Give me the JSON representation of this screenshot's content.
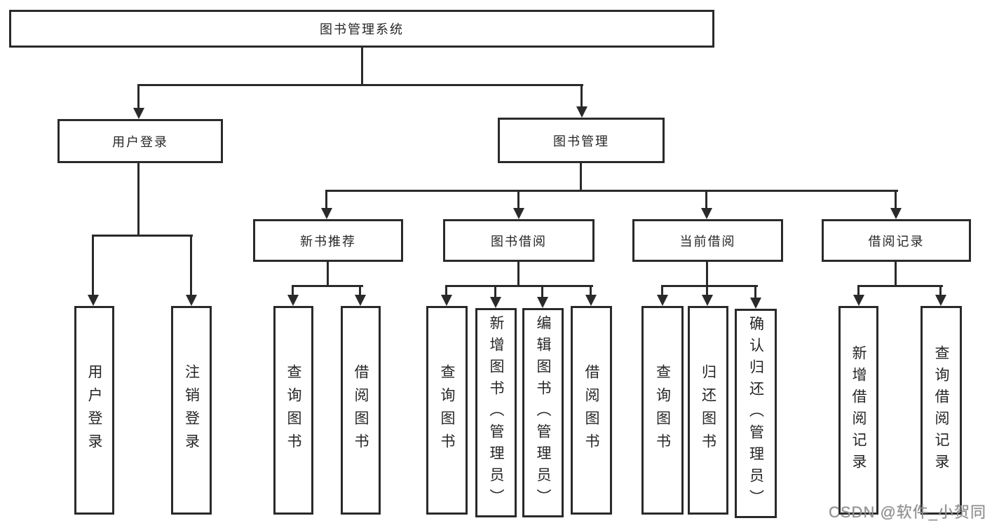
{
  "tree": {
    "root": "图书管理系统",
    "branches": [
      {
        "label": "用户登录",
        "children": [
          "用户登录",
          "注销登录"
        ]
      },
      {
        "label": "图书管理",
        "groups": [
          {
            "label": "新书推荐",
            "children": [
              "查询图书",
              "借阅图书"
            ]
          },
          {
            "label": "图书借阅",
            "children": [
              "查询图书",
              "新增图书（管理员）",
              "编辑图书（管理员）",
              "借阅图书"
            ]
          },
          {
            "label": "当前借阅",
            "children": [
              "查询图书",
              "归还图书",
              "确认归还（管理员）"
            ]
          },
          {
            "label": "借阅记录",
            "children": [
              "新增借阅记录",
              "查询借阅记录"
            ]
          }
        ]
      }
    ]
  },
  "watermark": {
    "text": "CSDN @软件_小贺同学"
  },
  "colors": {
    "line": "#2a2a2a",
    "box_border": "#2a2a2a",
    "text": "#262626",
    "watermark": "#8e9094",
    "background": "#ffffff"
  }
}
